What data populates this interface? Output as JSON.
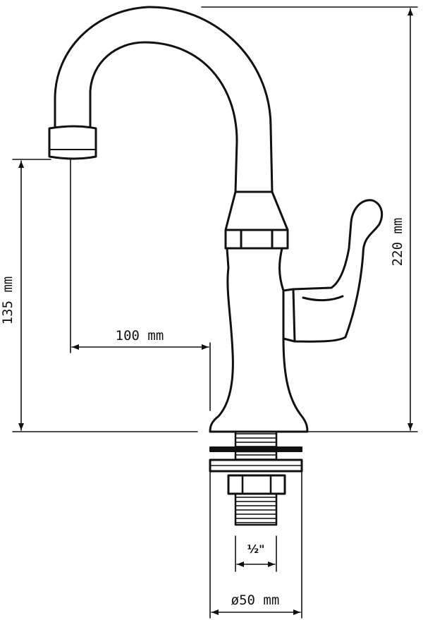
{
  "drawing": {
    "subject": "faucet side-elevation dimension drawing",
    "line_color": "#111111",
    "background": "#ffffff"
  },
  "dimensions": {
    "outlet_height": "135 mm",
    "spout_reach": "100 mm",
    "total_height": "220 mm",
    "base_diameter": "ø50 mm",
    "thread_size": "½\""
  }
}
